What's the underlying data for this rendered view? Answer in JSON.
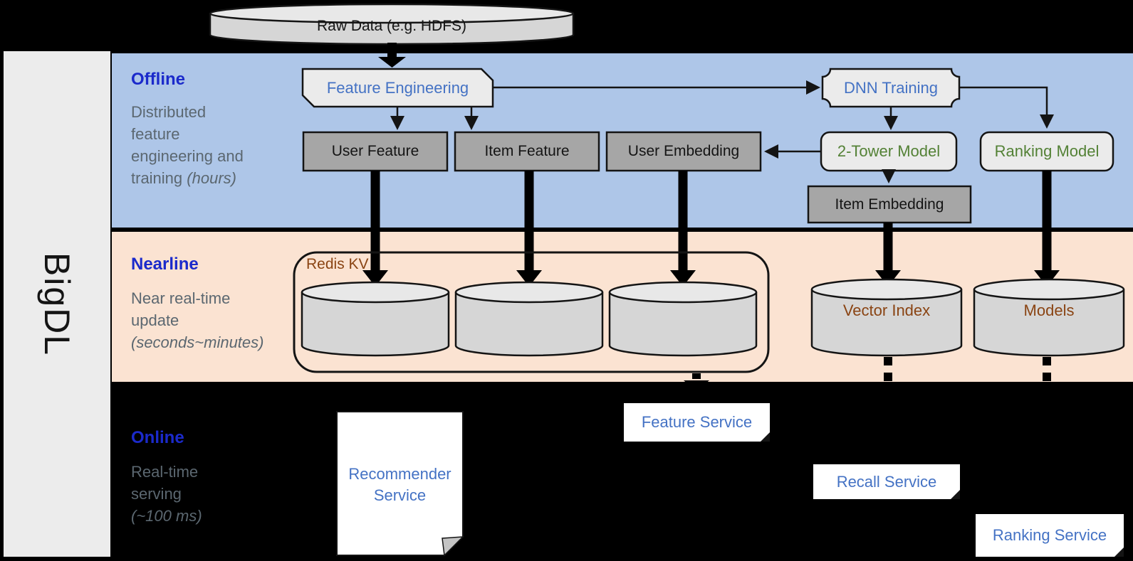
{
  "brand": {
    "name": "BigDL"
  },
  "datasource": {
    "label": "Raw Data (e.g. HDFS)"
  },
  "offline": {
    "title": "Offline",
    "desc": [
      "Distributed",
      "feature",
      "engineering and"
    ],
    "desc_tail": "training ",
    "desc_tail_italic": "(hours)",
    "feature_engineering": "Feature Engineering",
    "dnn_training": "DNN Training",
    "user_feature": "User Feature",
    "item_feature": "Item Feature",
    "user_embedding": "User Embedding",
    "two_tower_model": "2-Tower Model",
    "ranking_model": "Ranking Model",
    "item_embedding": "Item Embedding"
  },
  "nearline": {
    "title": "Nearline",
    "desc": [
      "Near real-time",
      "update"
    ],
    "desc_italic": "(seconds~minutes)",
    "redis_kv": "Redis KV",
    "vector_index": "Vector Index",
    "models": "Models"
  },
  "online": {
    "title": "Online",
    "desc": [
      "Real-time",
      "serving"
    ],
    "desc_italic": "(~100 ms)",
    "recommender_service": [
      "Recommender",
      "Service"
    ],
    "feature_service": "Feature Service",
    "recall_service": "Recall Service",
    "ranking_service": "Ranking Service"
  },
  "colors": {
    "offline_band": "#aec6e8",
    "nearline_band": "#fbe3d2",
    "node_gray": "#a6a6a6",
    "node_light": "#ebebeb",
    "label_blue": "#4472c4",
    "heading_blue": "#1b2acb",
    "label_green": "#538135",
    "label_brown": "#8a4413",
    "desc_gray": "#5b6770"
  }
}
